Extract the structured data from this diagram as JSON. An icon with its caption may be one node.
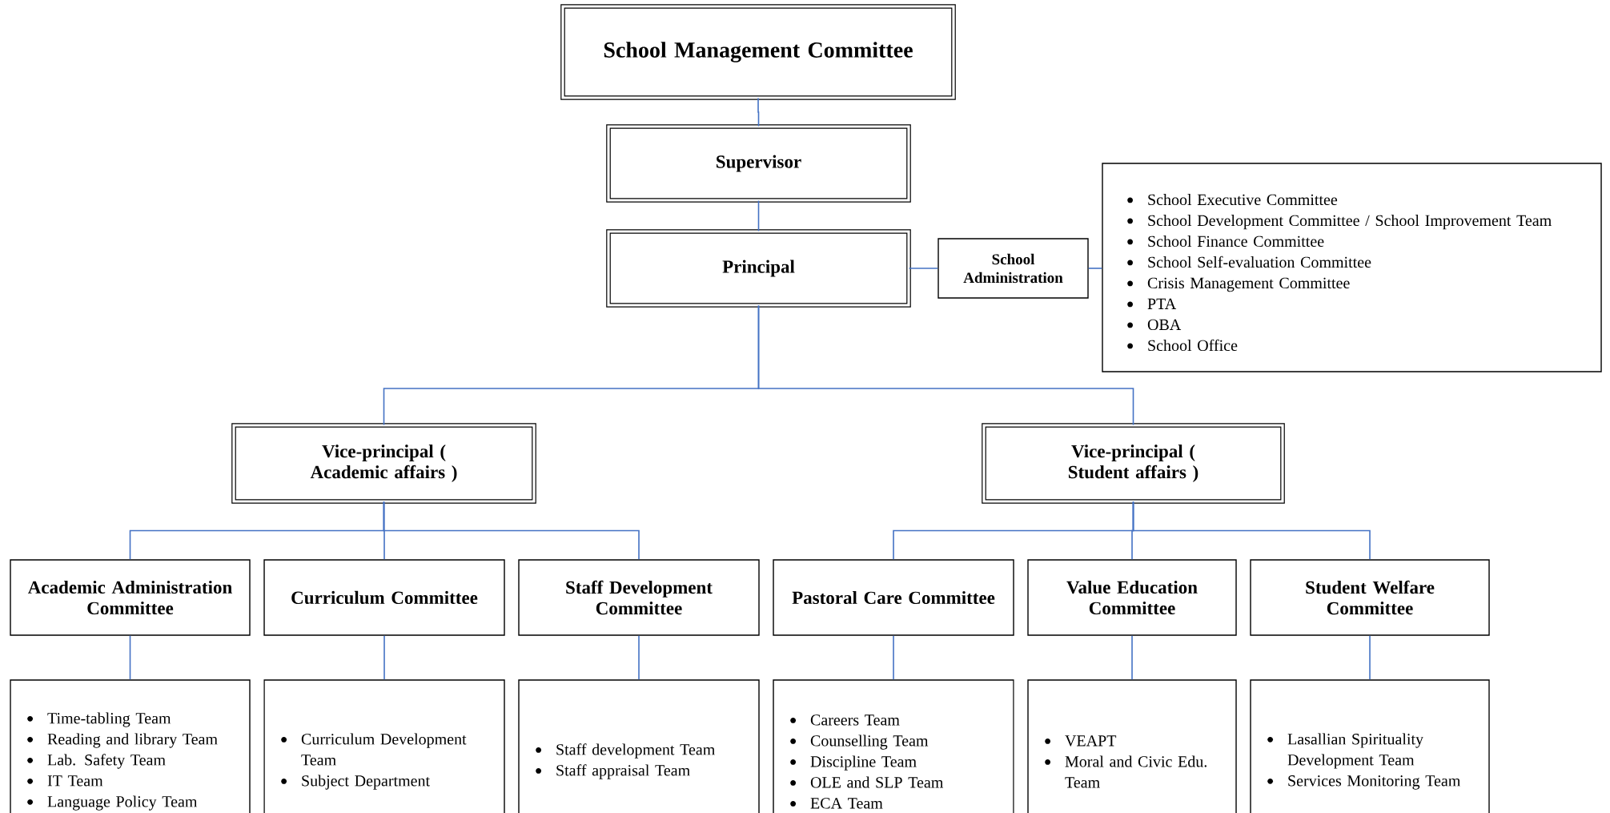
{
  "diagram": {
    "nodes": [
      {
        "text": [
          "School Management Committee"
        ]
      },
      {
        "text": [
          "Supervisor"
        ]
      },
      {
        "text": [
          "Principal"
        ]
      },
      {
        "text": [
          "School Administration"
        ]
      },
      {
        "text": [
          "School Executive Committee",
          "School Development Committee / School Improvement Team",
          "School Finance Committee",
          "School Self-evaluation Committee",
          "Crisis Management Committee",
          "PTA",
          "OBA",
          "School Office"
        ]
      },
      {
        "text": [
          "Vice-principal ( Academic affairs )"
        ]
      },
      {
        "text": [
          "Vice-principal ( Student affairs )"
        ]
      },
      {
        "text": [
          "Academic Administration Committee"
        ]
      },
      {
        "text": [
          "Curriculum Committee"
        ]
      },
      {
        "text": [
          "Staff Development Committee"
        ]
      },
      {
        "text": [
          "Pastoral Care Committee"
        ]
      },
      {
        "text": [
          "Value Education Committee"
        ]
      },
      {
        "text": [
          "Student Welfare Committee"
        ]
      },
      {
        "text": [
          "Time-tabling Team",
          "Reading and library Team",
          "Lab. Safety Team",
          "IT Team",
          "Language Policy Team"
        ]
      },
      {
        "text": [
          "Curriculum Development Team",
          "Subject Department"
        ]
      },
      {
        "text": [
          "Staff development Team",
          "Staff appraisal Team"
        ]
      },
      {
        "text": [
          "Careers Team",
          "Counselling Team",
          "Discipline Team",
          "OLE and SLP Team",
          "ECA Team"
        ]
      },
      {
        "text": [
          "VEAPT",
          "Moral and Civic Edu. Team"
        ]
      },
      {
        "text": [
          "Lasallian Spirituality Development Team",
          "Services Monitoring Team"
        ]
      }
    ],
    "edges": [
      {
        "from": 0,
        "to": 1,
        "arrow": "none"
      },
      {
        "from": 1,
        "to": 2,
        "arrow": "none"
      },
      {
        "from": 2,
        "to": 3,
        "arrow": "none"
      },
      {
        "from": 3,
        "to": 4,
        "arrow": "none"
      },
      {
        "from": 2,
        "to": 5,
        "arrow": "none"
      },
      {
        "from": 2,
        "to": 6,
        "arrow": "none"
      },
      {
        "from": 5,
        "to": 7,
        "arrow": "none"
      },
      {
        "from": 5,
        "to": 8,
        "arrow": "none"
      },
      {
        "from": 5,
        "to": 9,
        "arrow": "none"
      },
      {
        "from": 6,
        "to": 10,
        "arrow": "none"
      },
      {
        "from": 6,
        "to": 11,
        "arrow": "none"
      },
      {
        "from": 6,
        "to": 12,
        "arrow": "none"
      },
      {
        "from": 7,
        "to": 13,
        "arrow": "none"
      },
      {
        "from": 8,
        "to": 14,
        "arrow": "none"
      },
      {
        "from": 9,
        "to": 15,
        "arrow": "none"
      },
      {
        "from": 10,
        "to": 16,
        "arrow": "none"
      },
      {
        "from": 11,
        "to": 17,
        "arrow": "none"
      },
      {
        "from": 12,
        "to": 18,
        "arrow": "none"
      }
    ]
  }
}
